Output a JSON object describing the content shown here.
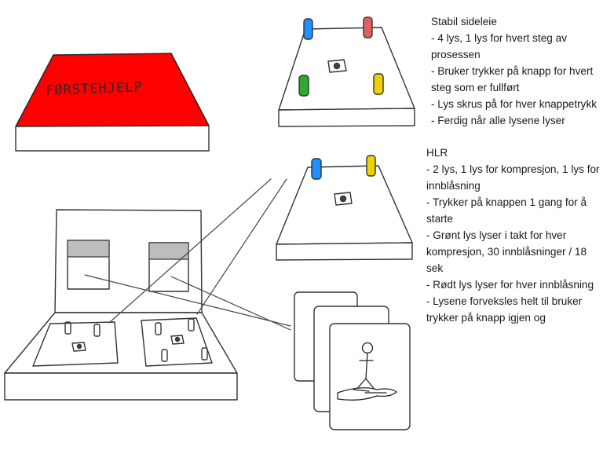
{
  "box_label": "FØRSTEHJELP",
  "stabil_sideleie": {
    "title": "Stabil sideleie",
    "lines": [
      "- 4 lys, 1 lys for hvert steg av prosessen",
      "- Bruker trykker på knapp for hvert steg som er fullført",
      "- Lys skrus på for hver knappetrykk",
      "- Ferdig når alle lysene lyser"
    ]
  },
  "hlr": {
    "title": "HLR",
    "lines": [
      "- 2 lys, 1 lys for kompresjon, 1 lys for innblåsning",
      "- Trykker på knappen 1 gang for å starte",
      "- Grønt lys lyser i takt for hver kompresjon, 30 innblåsninger / 18 sek",
      "- Rødt lys lyser for hver innblåsning",
      "- Lysene forveksles helt til bruker trykker på knapp igjen og"
    ]
  },
  "colors": {
    "box_lid": "#ff0000",
    "light_blue": "#1e90ff",
    "light_red": "#e06060",
    "light_green": "#2ea82e",
    "light_yellow": "#f0d000",
    "sketch_line": "#333333"
  }
}
